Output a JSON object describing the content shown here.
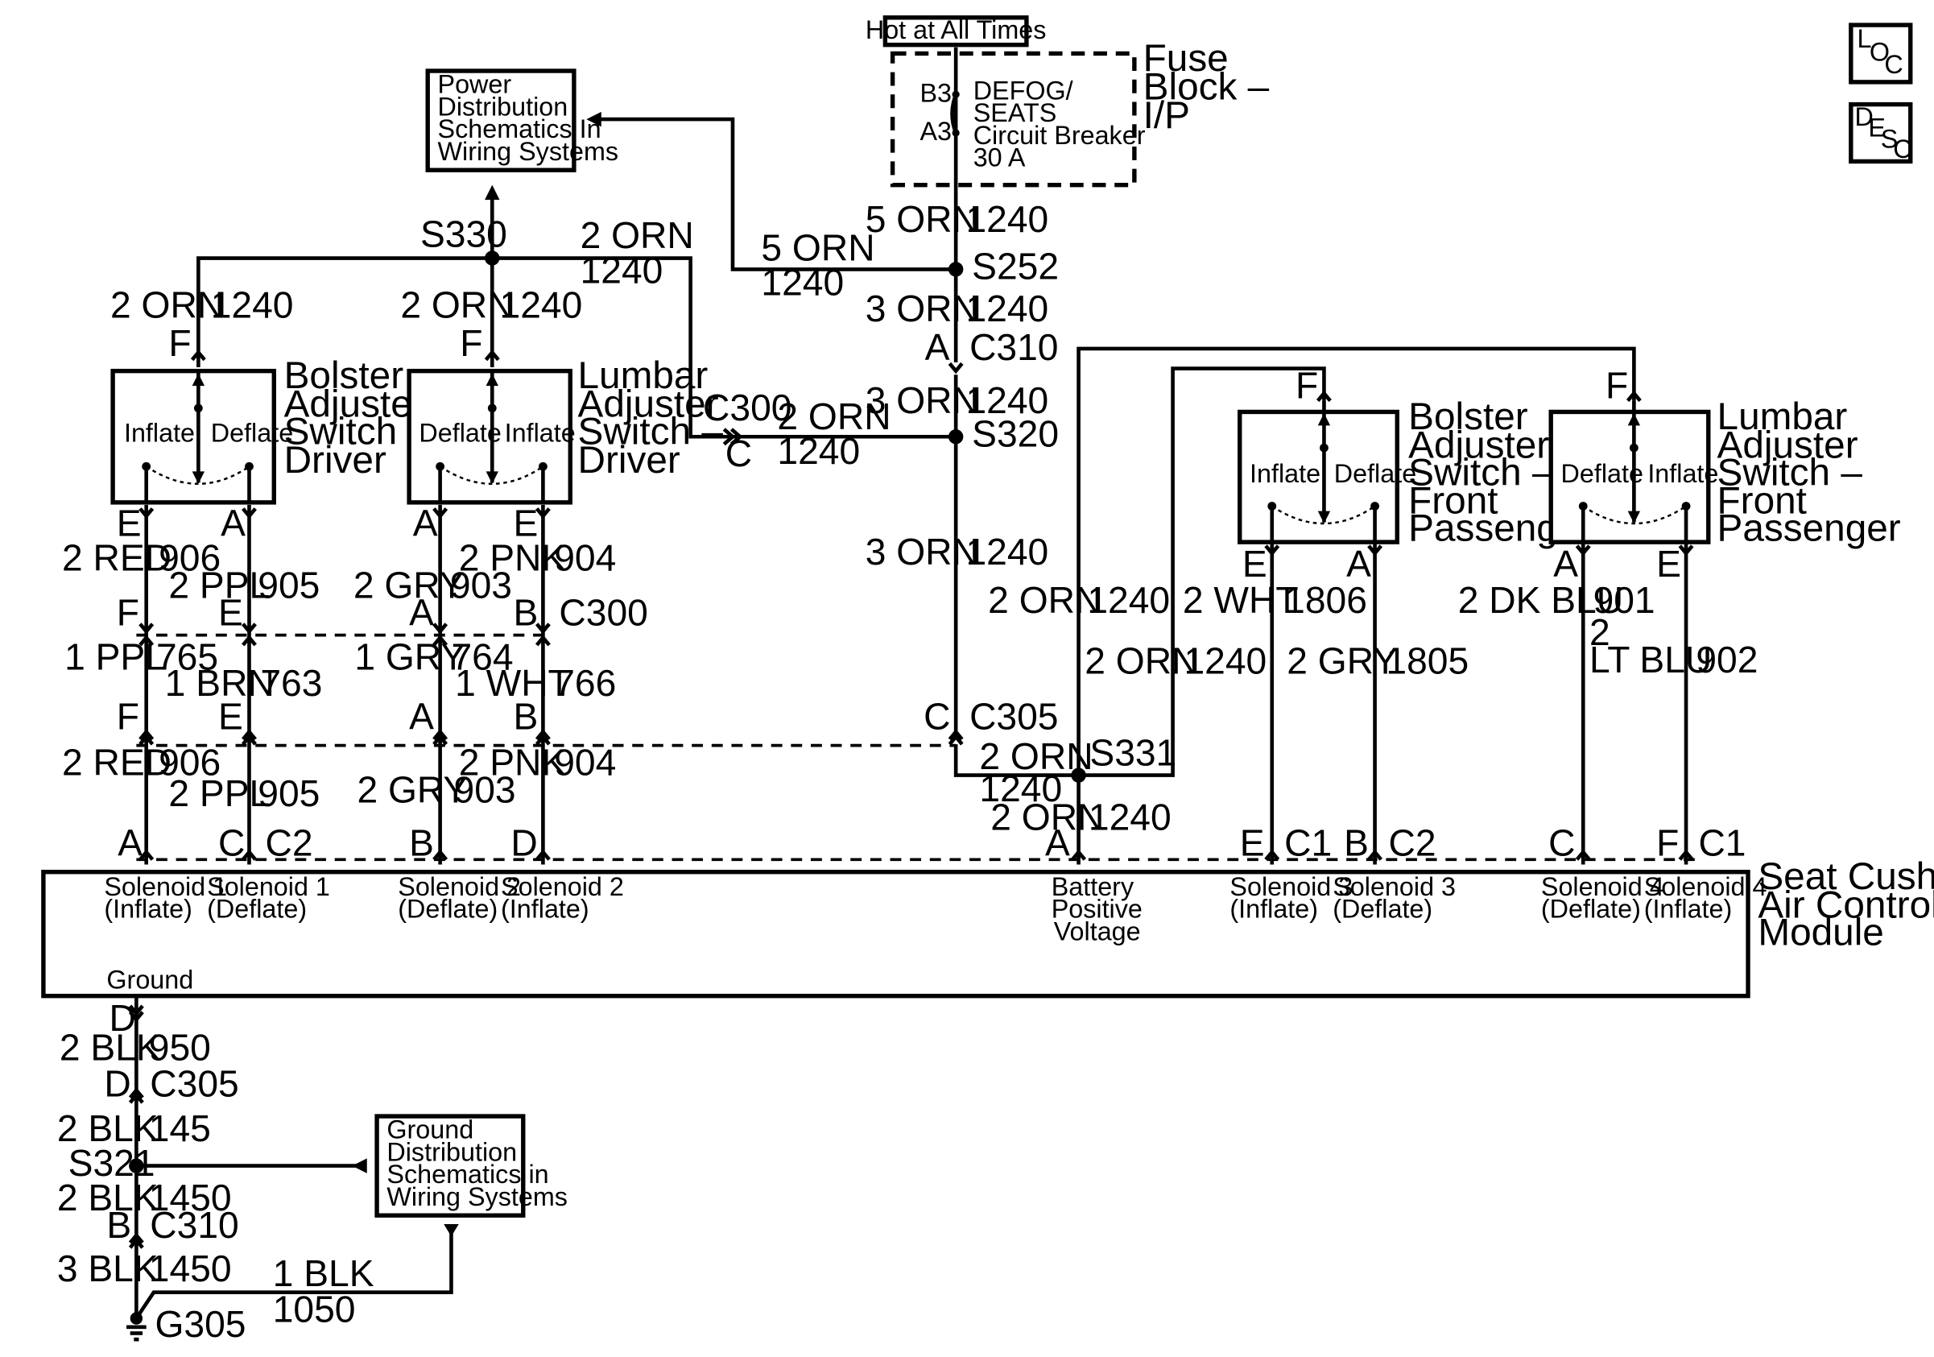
{
  "hot_at_all_times": "Hot at All Times",
  "fuse_block": {
    "title": [
      "Fuse",
      "Block –",
      "I/P"
    ],
    "breaker": [
      "DEFOG/",
      "SEATS",
      "Circuit Breaker",
      "30 A"
    ],
    "pin_in": "B3",
    "pin_out": "A3"
  },
  "power_dist": [
    "Power",
    "Distribution",
    "Schematics In",
    "Wiring Systems"
  ],
  "ground_dist": [
    "Ground",
    "Distribution",
    "Schematics in",
    "Wiring Systems"
  ],
  "badges": {
    "loc": [
      "L",
      "O",
      "C"
    ],
    "desc": [
      "D",
      "E",
      "S",
      "C"
    ]
  },
  "splices": {
    "s330": "S330",
    "s252": "S252",
    "s320": "S320",
    "s331": "S331",
    "s321": "S321"
  },
  "ground_point": "G305",
  "wires": {
    "orn2": "2 ORN",
    "orn3": "3 ORN",
    "orn5": "5 ORN",
    "c1240": "1240",
    "red2": "2 RED",
    "c906": "906",
    "ppl2": "2 PPL",
    "c905": "905",
    "gry2": "2 GRY",
    "c903": "903",
    "pnk2": "2 PNK",
    "c904": "904",
    "ppl1": "1 PPL",
    "c765": "765",
    "brn1": "1 BRN",
    "c763": "763",
    "gry1": "1 GRY",
    "c764": "764",
    "wht1": "1 WHT",
    "c766": "766",
    "wht2": "2 WHT",
    "c1806": "1806",
    "c1805": "1805",
    "dkblu2": "2 DK BLU",
    "c901": "901",
    "ltblu_a": "2",
    "ltblu_b": "LT BLU",
    "c902": "902",
    "blk2": "2 BLK",
    "c950": "950",
    "c145": "145",
    "c1450": "1450",
    "blk3": "3 BLK",
    "blk1": "1 BLK",
    "c1050": "1050"
  },
  "connectors": {
    "c300": "C300",
    "c310": "C310",
    "c305": "C305",
    "c1": "C1",
    "c2": "C2"
  },
  "switches": {
    "bolster_driver": [
      "Bolster",
      "Adjuster",
      "Switch –",
      "Driver"
    ],
    "lumbar_driver": [
      "Lumbar",
      "Adjuster",
      "Switch –",
      "Driver"
    ],
    "bolster_front": [
      "Bolster",
      "Adjuster",
      "Switch –",
      "Front",
      "Passenger"
    ],
    "lumbar_front": [
      "Lumbar",
      "Adjuster",
      "Switch –",
      "Front",
      "Passenger"
    ],
    "inflate": "Inflate",
    "deflate": "Deflate"
  },
  "module": {
    "title": [
      "Seat Cushion",
      "Air Control",
      "Module"
    ],
    "ground": "Ground",
    "solenoids": [
      [
        "Solenoid 1",
        "(Inflate)"
      ],
      [
        "Solenoid 1",
        "(Deflate)"
      ],
      [
        "Solenoid 2",
        "(Deflate)"
      ],
      [
        "Solenoid 2",
        "(Inflate)"
      ],
      [
        "Battery",
        "Positive",
        "Voltage"
      ],
      [
        "Solenoid 3",
        "(Inflate)"
      ],
      [
        "Solenoid 3",
        "(Deflate)"
      ],
      [
        "Solenoid 4",
        "(Deflate)"
      ],
      [
        "Solenoid 4",
        "(Inflate)"
      ]
    ]
  },
  "pins": {
    "a": "A",
    "b": "B",
    "c": "C",
    "d": "D",
    "e": "E",
    "f": "F"
  }
}
